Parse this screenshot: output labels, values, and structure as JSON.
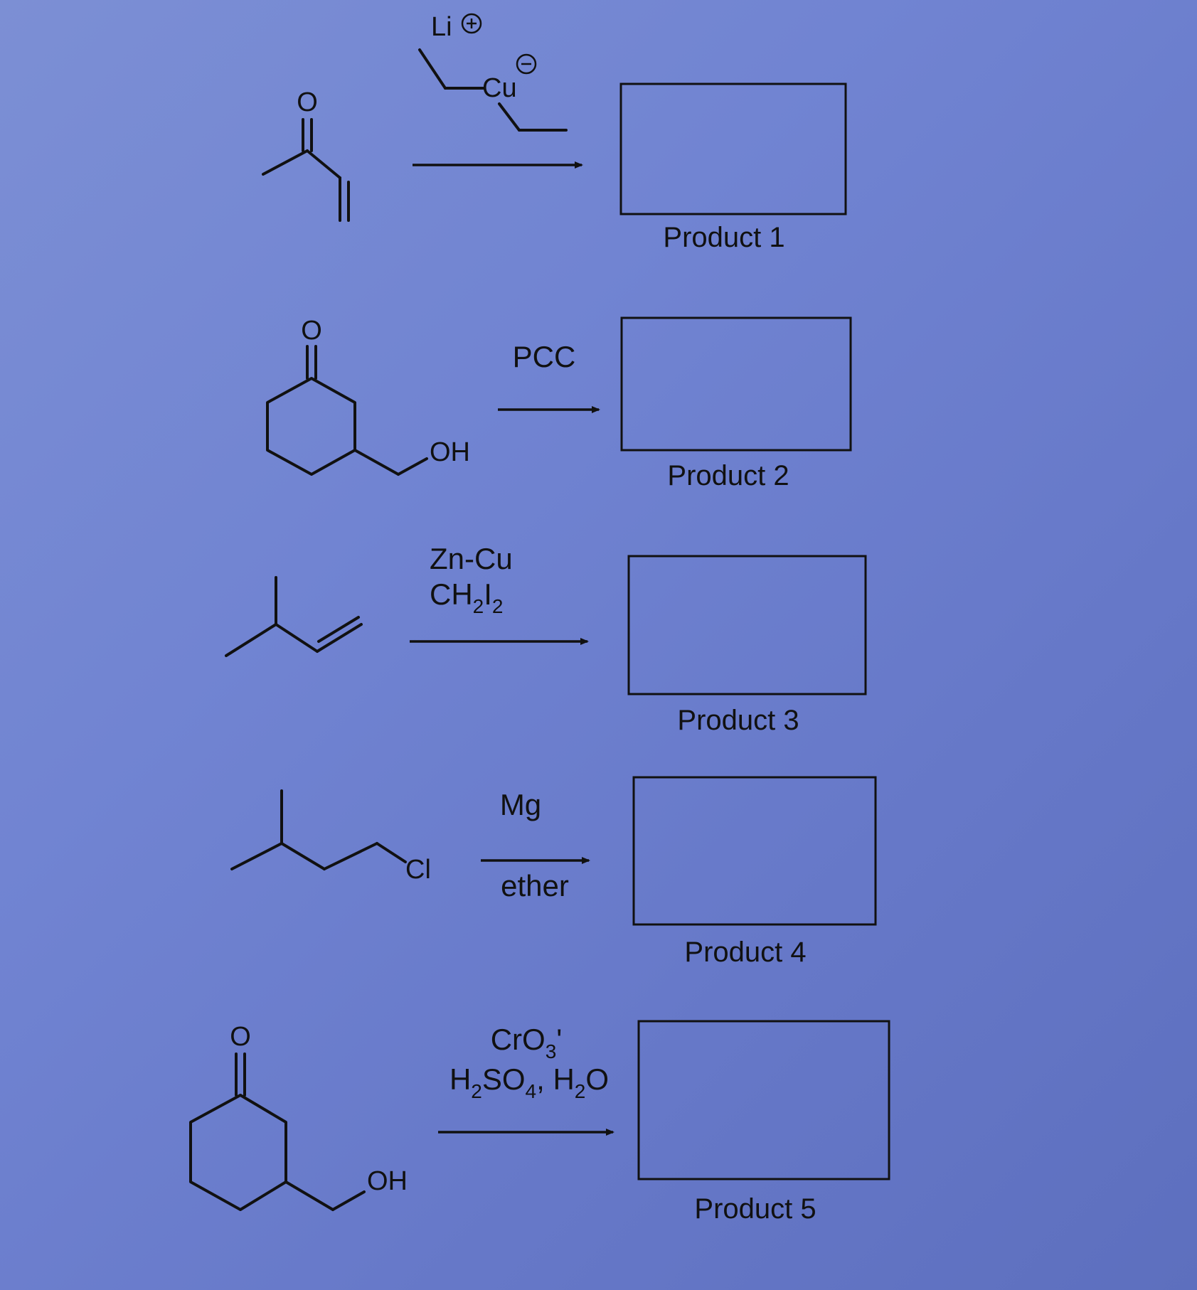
{
  "reactions": [
    {
      "reagent_li": "Li",
      "reagent_cu": "Cu",
      "product_label": "Product 1"
    },
    {
      "reagent": "PCC",
      "substrate_oh": "OH",
      "product_label": "Product 2"
    },
    {
      "reagent_line1": "Zn-Cu",
      "reagent_line2_ch": "CH",
      "reagent_line2_sub1": "2",
      "reagent_line2_i": "I",
      "reagent_line2_sub2": "2",
      "product_label": "Product 3"
    },
    {
      "reagent_above": "Mg",
      "reagent_below": "ether",
      "substrate_cl": "Cl",
      "product_label": "Product 4"
    },
    {
      "reagent_line1_main": "CrO",
      "reagent_line1_sub": "3",
      "reagent_line1_tail": "'",
      "reagent_line2_h": "H",
      "reagent_line2_sub_a": "2",
      "reagent_line2_so": "SO",
      "reagent_line2_sub_b": "4",
      "reagent_line2_mid": ", H",
      "reagent_line2_sub_c": "2",
      "reagent_line2_o": "O",
      "substrate_oh": "OH",
      "product_label": "Product 5"
    }
  ],
  "atoms": {
    "oxygen": "O"
  },
  "colors": {
    "background": "#7184d2",
    "ink": "#111111"
  }
}
